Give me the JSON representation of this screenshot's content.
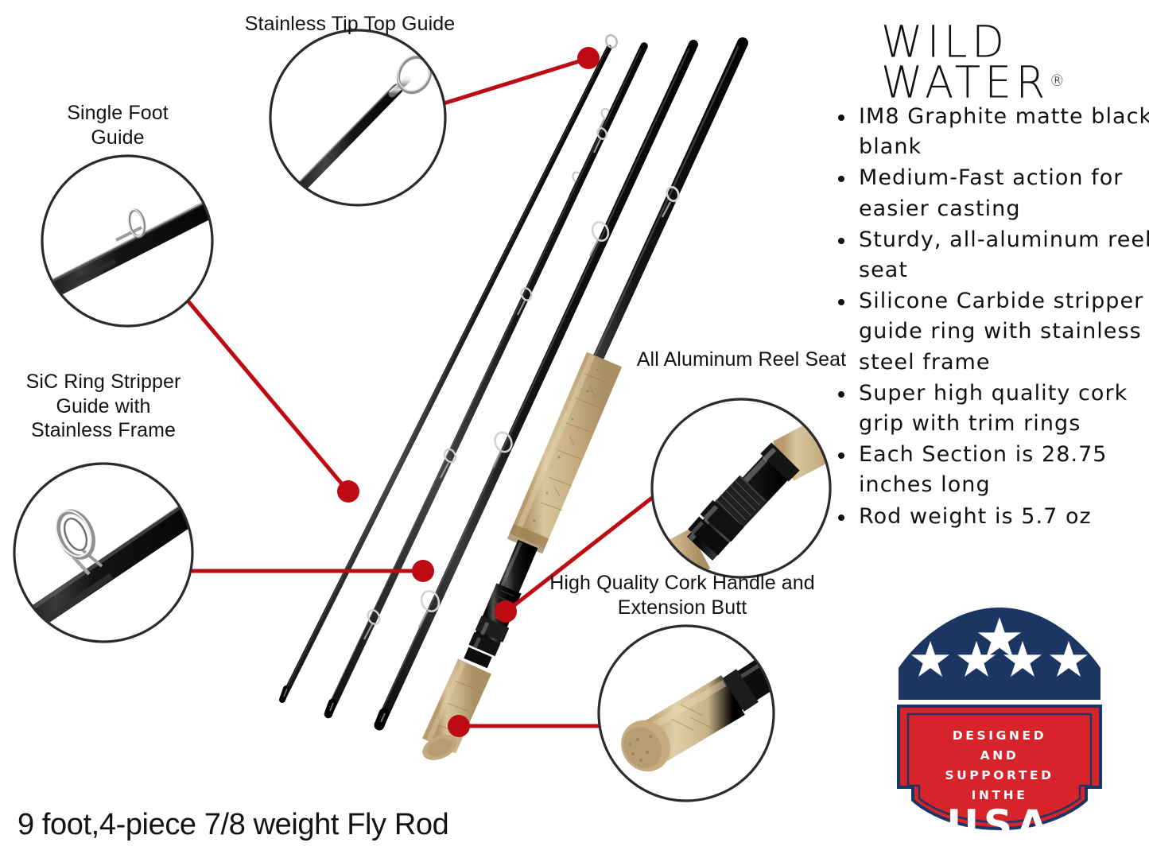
{
  "brand": {
    "line1": "WILD",
    "line2": "WATER",
    "registered": "®"
  },
  "features": [
    "IM8 Graphite matte black blank",
    "Medium-Fast action for easier casting",
    "Sturdy, all-aluminum reel seat",
    "Silicone Carbide stripper guide ring with stainless steel frame",
    "Super high quality cork grip with trim rings",
    "Each Section is 28.75 inches long",
    "Rod weight is 5.7 oz"
  ],
  "callouts": {
    "tip_top": "Stainless Tip Top Guide",
    "single_foot": "Single Foot\nGuide",
    "sic_ring": "SiC Ring Stripper\nGuide with\nStainless Frame",
    "reel_seat": "All Aluminum Reel Seat",
    "cork_handle": "High Quality Cork Handle and\nExtension Butt"
  },
  "product_title": "9 foot,4-piece 7/8 weight Fly Rod",
  "usa_badge": {
    "line1": "DESIGNED",
    "line2": "AND",
    "line3": "SUPPORTED",
    "line4": "INTHE",
    "line5": "USA",
    "star_count": 5
  },
  "colors": {
    "leader_red": "#BE0A12",
    "badge_navy": "#1C3664",
    "badge_red": "#D7242A",
    "circle_outline": "#2B2B2B",
    "cork": "#CBB183",
    "blank_black": "#141414",
    "text": "#131313"
  },
  "product": {
    "section_count": 4,
    "description": "Four black graphite rod sections arranged diagonally; butt section has cork grip, aluminum reel seat and cork extension butt."
  }
}
